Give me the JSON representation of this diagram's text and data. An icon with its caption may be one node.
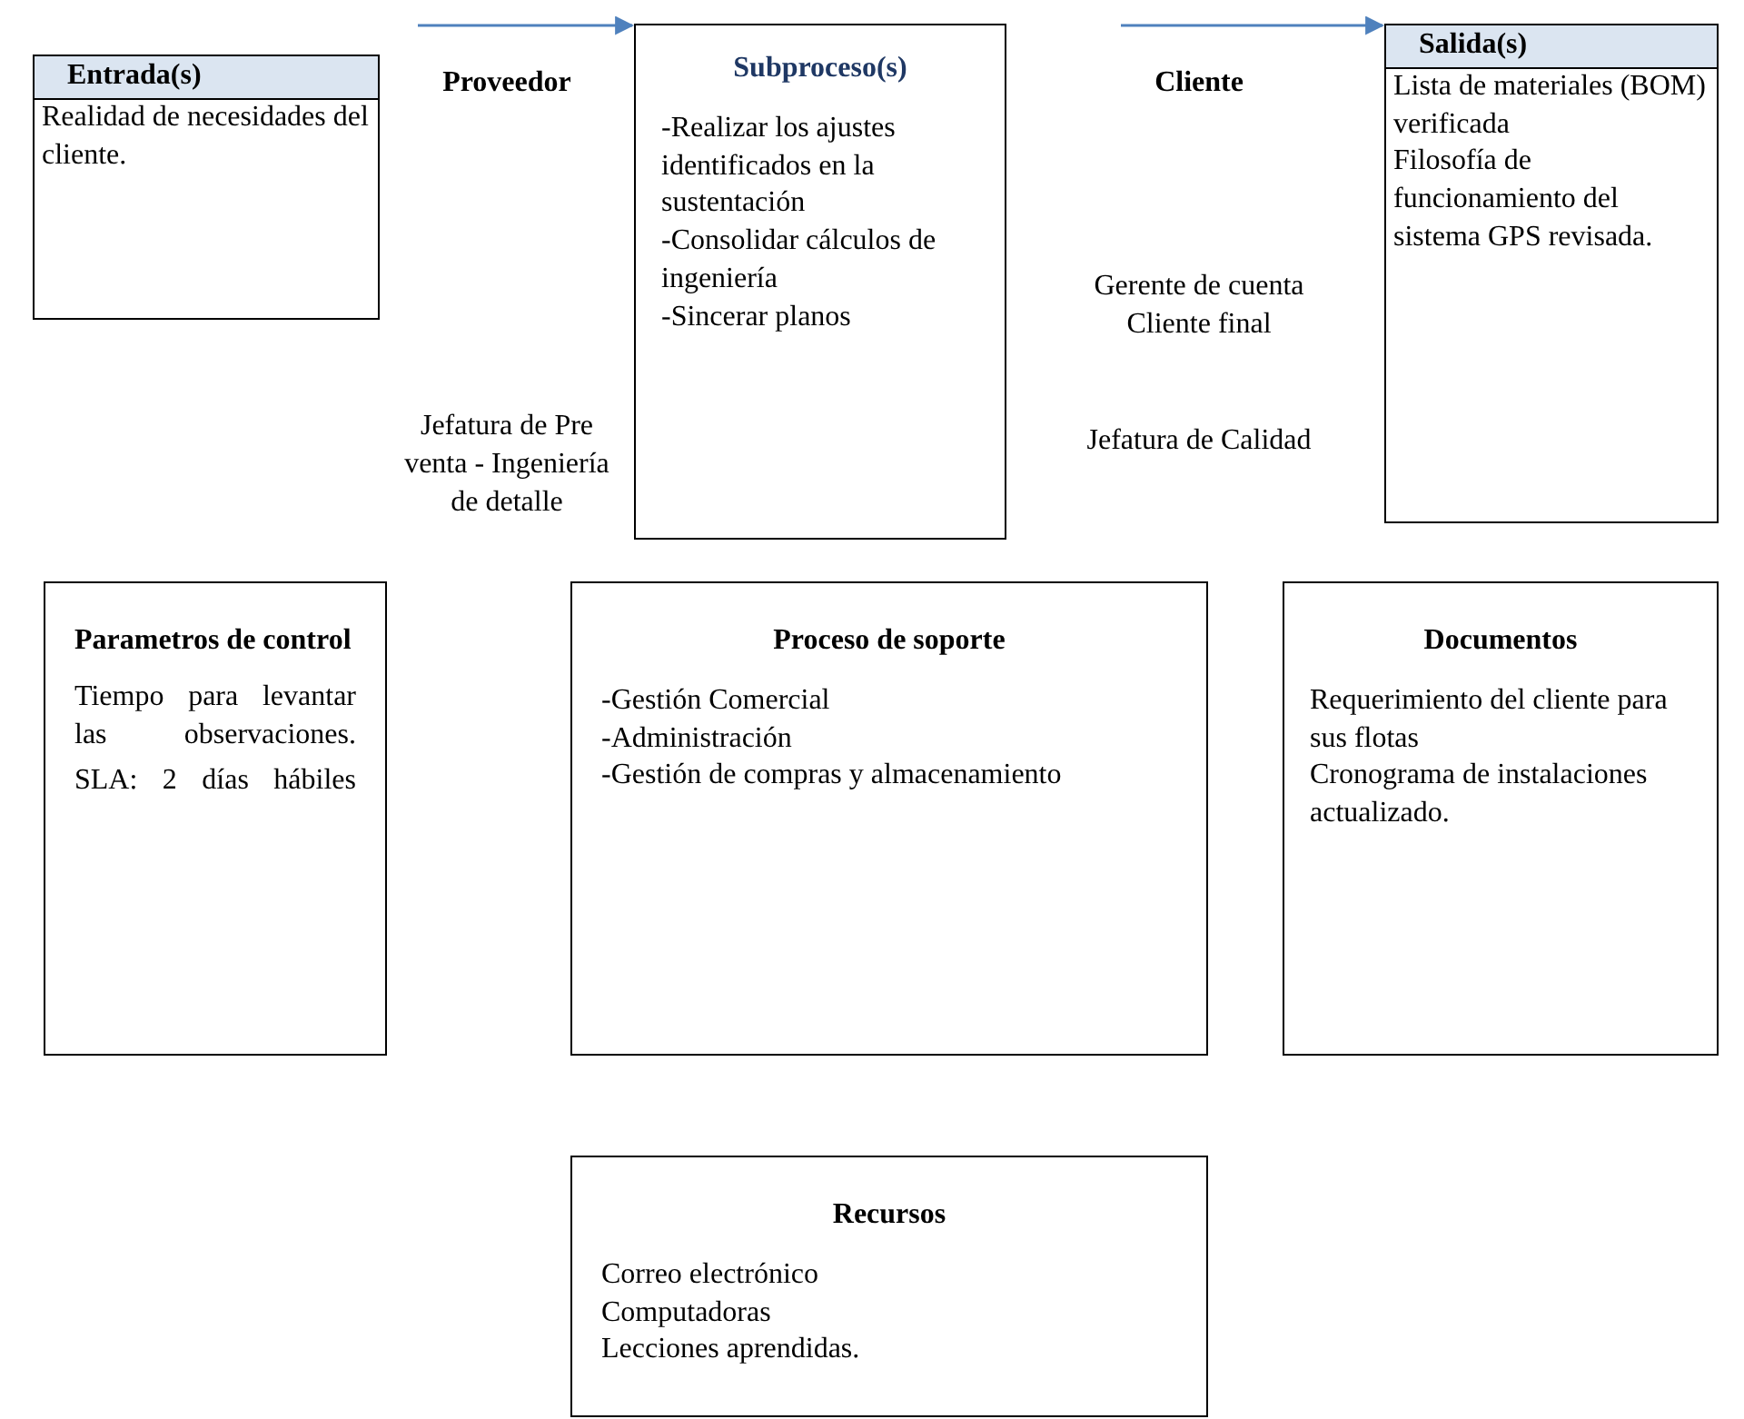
{
  "diagram": {
    "nodes": [
      {
        "text": [
          "Entrada(s)",
          "Realidad de necesidades del cliente."
        ]
      },
      {
        "text": [
          "Subproceso(s)",
          "-Realizar los ajustes identificados en la sustentación",
          "-Consolidar cálculos de ingeniería",
          "-Sincerar planos"
        ]
      },
      {
        "text": [
          "Salida(s)",
          "Lista de materiales (BOM) verificada",
          "Filosofía de funcionamiento del sistema GPS revisada."
        ]
      },
      {
        "text": [
          "Parametros de control",
          "Tiempo para levantar las observaciones.",
          "SLA: 2 días hábiles"
        ]
      },
      {
        "text": [
          "Proceso de soporte",
          "-Gestión Comercial",
          "-Administración",
          "-Gestión de compras y almacenamiento"
        ]
      },
      {
        "text": [
          "Documentos",
          "Requerimiento del cliente para sus flotas",
          "Cronograma de instalaciones actualizado."
        ]
      },
      {
        "text": [
          "Recursos",
          "Correo electrónico",
          "Computadoras",
          "Lecciones aprendidas."
        ]
      }
    ],
    "edges": [
      {
        "from": null,
        "to": 1,
        "arrow": "to"
      },
      {
        "from": null,
        "to": 2,
        "arrow": "to"
      }
    ],
    "labels": [
      "Proveedor",
      "Jefatura de Pre venta - Ingeniería de detalle",
      "Cliente",
      "Gerente de cuenta Cliente final",
      "Jefatura de Calidad"
    ]
  }
}
